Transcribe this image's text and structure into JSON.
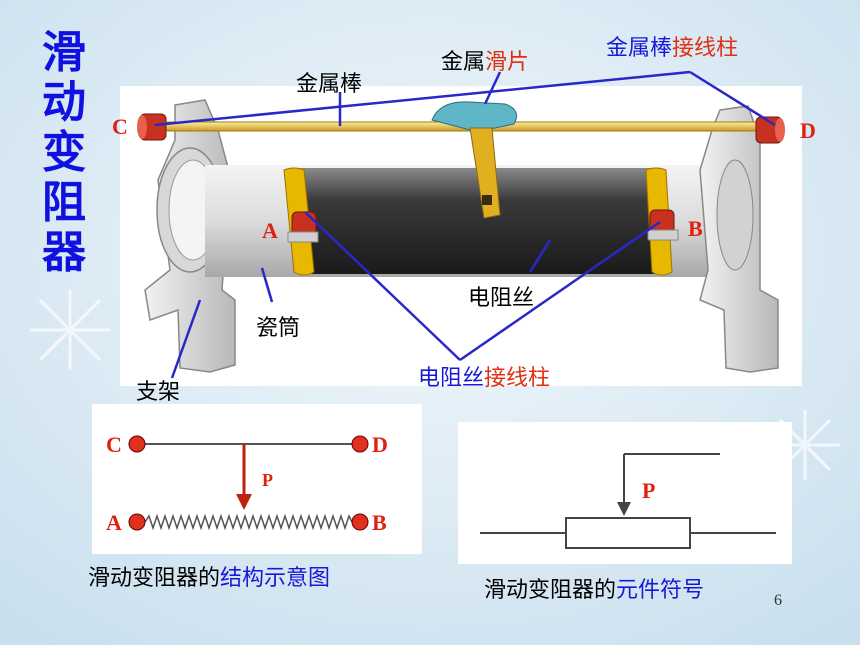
{
  "title_chars": [
    "滑",
    "动",
    "变",
    "阻",
    "器"
  ],
  "labels": {
    "metal_rod": "金属棒",
    "metal_prefix": "金属",
    "slider_suffix": "滑片",
    "rod_terminal_a": "金属棒",
    "rod_terminal_b": "接线柱",
    "wire": "电阻丝",
    "tube": "瓷筒",
    "stand": "支架",
    "wire_terminal_a": "电阻丝",
    "wire_terminal_b": "接线柱"
  },
  "pins": {
    "c": "C",
    "d": "D",
    "a": "A",
    "b": "B",
    "p": "P"
  },
  "captions": {
    "structure_prefix": "滑动变阻器的",
    "structure_suffix": "结构示意图",
    "symbol_prefix": "滑动变阻器的",
    "symbol_suffix": "元件符号"
  },
  "page_number": "6",
  "colors": {
    "title": "#1010e0",
    "blue_text": "#1818d8",
    "red_text": "#e03010",
    "pin_red": "#e02010"
  }
}
